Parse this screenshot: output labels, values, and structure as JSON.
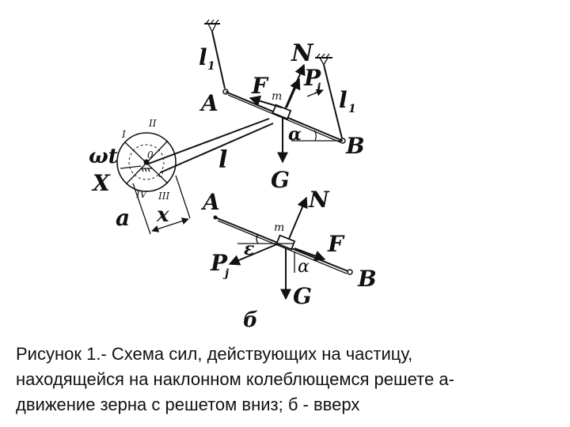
{
  "labels": {
    "l1_left": "l",
    "l1_left_sub": "1",
    "n_top": "N",
    "f_top": "F",
    "m_top": "m",
    "pj_top": "P",
    "pj_top_sub": "j",
    "a_top": "A",
    "l1_right": "l",
    "l1_right_sub": "1",
    "alpha_top": "α",
    "b_top": "B",
    "g_top": "G",
    "omega_t": "ωt",
    "x_left": "X",
    "l_rod": "l",
    "o_center": "0",
    "c_small": "c",
    "r1": "I",
    "r2": "II",
    "r3": "III",
    "r4": "IV",
    "a_dim": "a",
    "x_dim": "x",
    "a_bottom": "A",
    "n_bottom": "N",
    "m_bottom": "m",
    "f_bottom": "F",
    "eps": "ε",
    "pj_bottom": "P",
    "pj_bottom_sub": "j",
    "alpha_bottom": "α",
    "b_bottom": "B",
    "g_bottom": "G",
    "b_caption": "б"
  },
  "caption": {
    "line1": "Рисунок 1.- Схема сил,  действующих на частицу,",
    "line2": "находящейся на  наклонном колеблющемся решете  а-",
    "line3": "движение зерна с решетом  вниз;  б - вверх"
  }
}
